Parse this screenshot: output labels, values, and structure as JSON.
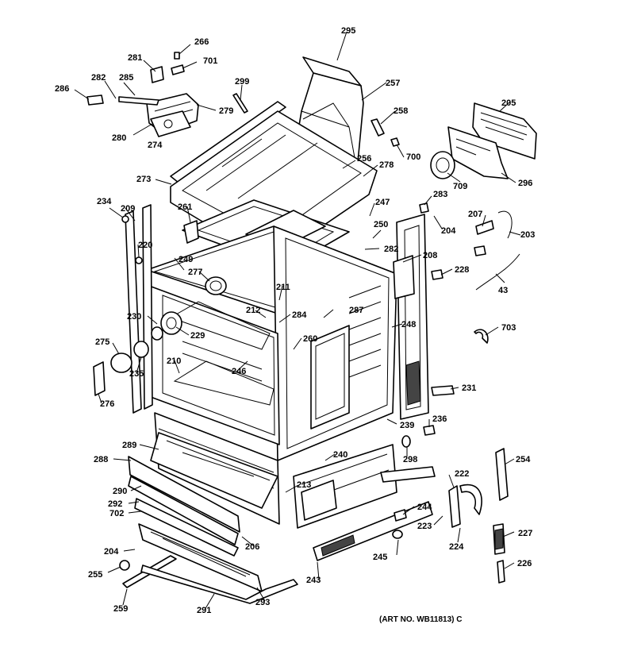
{
  "parts": [
    {
      "num": "266"
    },
    {
      "num": "701"
    },
    {
      "num": "281"
    },
    {
      "num": "282"
    },
    {
      "num": "285"
    },
    {
      "num": "286"
    },
    {
      "num": "279"
    },
    {
      "num": "280"
    },
    {
      "num": "274"
    },
    {
      "num": "299"
    },
    {
      "num": "295"
    },
    {
      "num": "257"
    },
    {
      "num": "258"
    },
    {
      "num": "700"
    },
    {
      "num": "205"
    },
    {
      "num": "709"
    },
    {
      "num": "296"
    },
    {
      "num": "256"
    },
    {
      "num": "278"
    },
    {
      "num": "273"
    },
    {
      "num": "234"
    },
    {
      "num": "209"
    },
    {
      "num": "261"
    },
    {
      "num": "247"
    },
    {
      "num": "283"
    },
    {
      "num": "204"
    },
    {
      "num": "207"
    },
    {
      "num": "203"
    },
    {
      "num": "220"
    },
    {
      "num": "250"
    },
    {
      "num": "282"
    },
    {
      "num": "208"
    },
    {
      "num": "249"
    },
    {
      "num": "277"
    },
    {
      "num": "228"
    },
    {
      "num": "211"
    },
    {
      "num": "43"
    },
    {
      "num": "212"
    },
    {
      "num": "284"
    },
    {
      "num": "287"
    },
    {
      "num": "230"
    },
    {
      "num": "248"
    },
    {
      "num": "703"
    },
    {
      "num": "229"
    },
    {
      "num": "260"
    },
    {
      "num": "275"
    },
    {
      "num": "210"
    },
    {
      "num": "235"
    },
    {
      "num": "246"
    },
    {
      "num": "231"
    },
    {
      "num": "276"
    },
    {
      "num": "236"
    },
    {
      "num": "239"
    },
    {
      "num": "289"
    },
    {
      "num": "240"
    },
    {
      "num": "298"
    },
    {
      "num": "288"
    },
    {
      "num": "254"
    },
    {
      "num": "222"
    },
    {
      "num": "290"
    },
    {
      "num": "213"
    },
    {
      "num": "292"
    },
    {
      "num": "244"
    },
    {
      "num": "702"
    },
    {
      "num": "223"
    },
    {
      "num": "227"
    },
    {
      "num": "206"
    },
    {
      "num": "224"
    },
    {
      "num": "204"
    },
    {
      "num": "245"
    },
    {
      "num": "226"
    },
    {
      "num": "255"
    },
    {
      "num": "243"
    },
    {
      "num": "259"
    },
    {
      "num": "291"
    },
    {
      "num": "293"
    }
  ],
  "art_number": "(ART NO. WB11813) C"
}
